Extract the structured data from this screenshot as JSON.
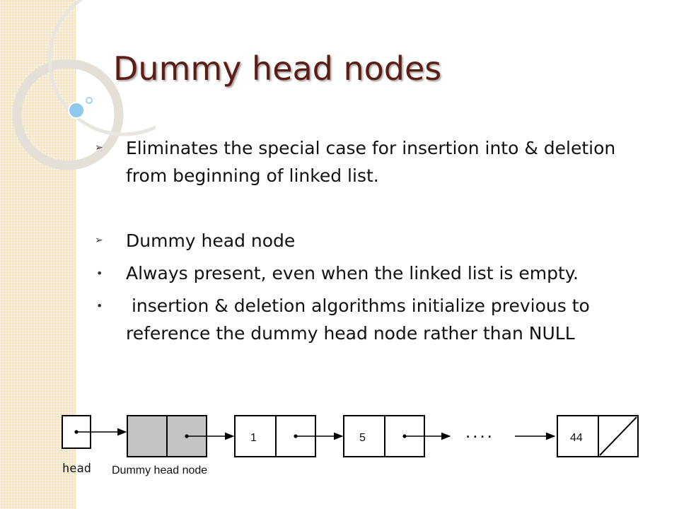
{
  "slide": {
    "title": "Dummy head nodes",
    "bullets": [
      {
        "style": "arrow",
        "text": "Eliminates the special case for insertion into & deletion from beginning of linked list."
      },
      {
        "style": "arrow",
        "text": "Dummy head node"
      },
      {
        "style": "dot",
        "text": "Always present, even when the linked list is empty."
      },
      {
        "style": "dot",
        "text": " insertion & deletion algorithms initialize previous to reference the dummy head node rather than NULL"
      }
    ]
  },
  "diagram": {
    "head_label": "head",
    "dummy_label": "Dummy head node",
    "nodes": [
      {
        "value": "1"
      },
      {
        "value": "5"
      },
      {
        "value": "44"
      }
    ],
    "ellipsis": "....",
    "null_marker": "slash"
  },
  "colors": {
    "title": "#5b1d14",
    "sidebar": "#f6e6bf",
    "dummy_fill": "#c4c4c4",
    "bullet_circle": "#8ec8ec"
  }
}
